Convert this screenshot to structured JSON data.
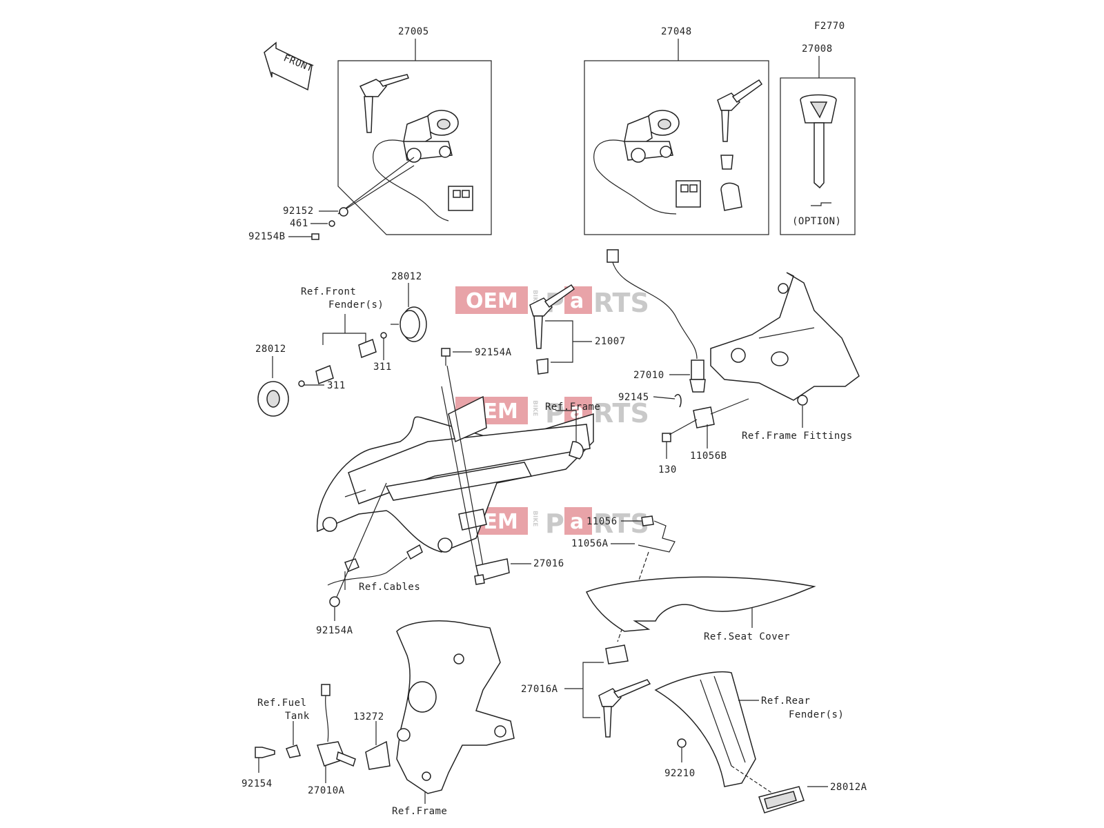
{
  "diagram": {
    "figure_code": "F2770",
    "front_label": "FRONT",
    "option_label": "(OPTION)",
    "watermark": {
      "part1": "OEM",
      "part2": "P",
      "part3": "a",
      "part4": "RTS",
      "vertical": "BIKE"
    },
    "labels": {
      "p27005": "27005",
      "p27048": "27048",
      "p27008": "27008",
      "p92152": "92152",
      "p461": "461",
      "p92154B": "92154B",
      "p28012_top": "28012",
      "ref_front_fender_1": "Ref.Front",
      "ref_front_fender_2": "Fender(s)",
      "p28012_left": "28012",
      "p311_a": "311",
      "p311_b": "311",
      "p92154A_top": "92154A",
      "p21007": "21007",
      "p27010": "27010",
      "p92145": "92145",
      "ref_frame_top": "Ref.Frame",
      "p130": "130",
      "p11056B": "11056B",
      "ref_frame_fittings": "Ref.Frame Fittings",
      "p11056": "11056",
      "p11056A": "11056A",
      "p27016": "27016",
      "ref_cables": "Ref.Cables",
      "p92154A_bottom": "92154A",
      "ref_seat_cover": "Ref.Seat Cover",
      "p27016A": "27016A",
      "ref_fuel_tank_1": "Ref.Fuel",
      "ref_fuel_tank_2": "Tank",
      "p13272": "13272",
      "ref_rear_fender_1": "Ref.Rear",
      "ref_rear_fender_2": "Fender(s)",
      "p92154": "92154",
      "p27010A": "27010A",
      "ref_frame_bottom": "Ref.Frame",
      "p92210": "92210",
      "p28012A": "28012A"
    }
  }
}
